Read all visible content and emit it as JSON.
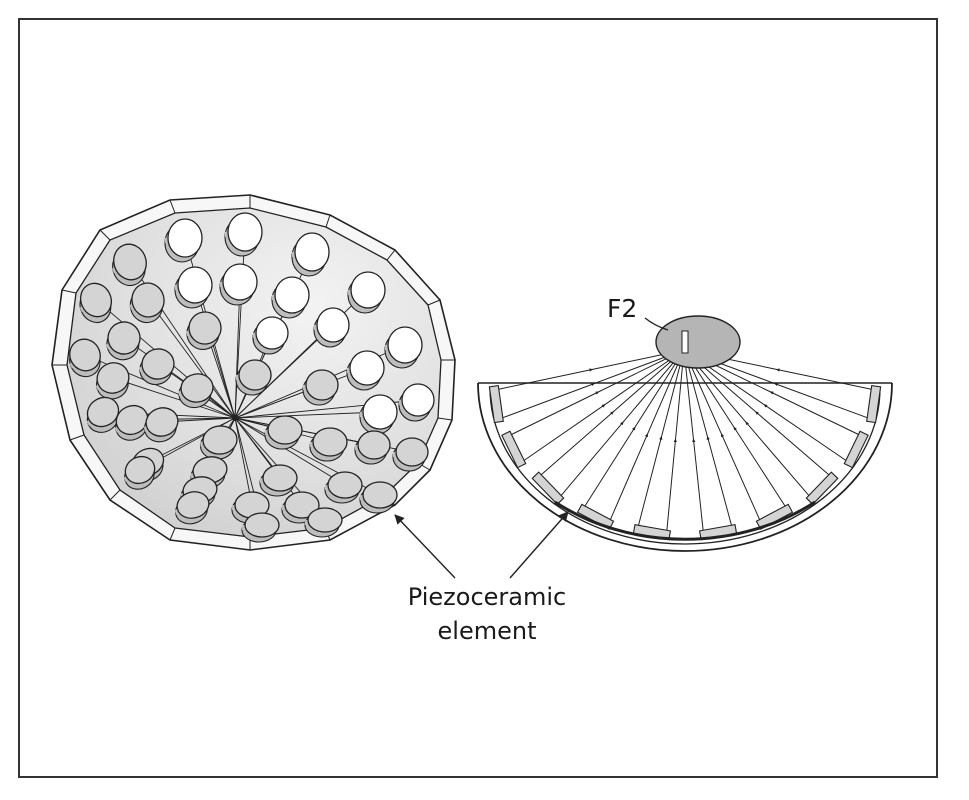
{
  "labels": {
    "focus": "F2",
    "piezo_line1": "Piezoceramic",
    "piezo_line2": "element"
  },
  "colors": {
    "line": "#222222",
    "element_fill": "#d4d4d4",
    "hole_fill": "#ffffff",
    "bowl_shade": "#e6e6e6",
    "focal_zone": "#b5b5b5"
  }
}
